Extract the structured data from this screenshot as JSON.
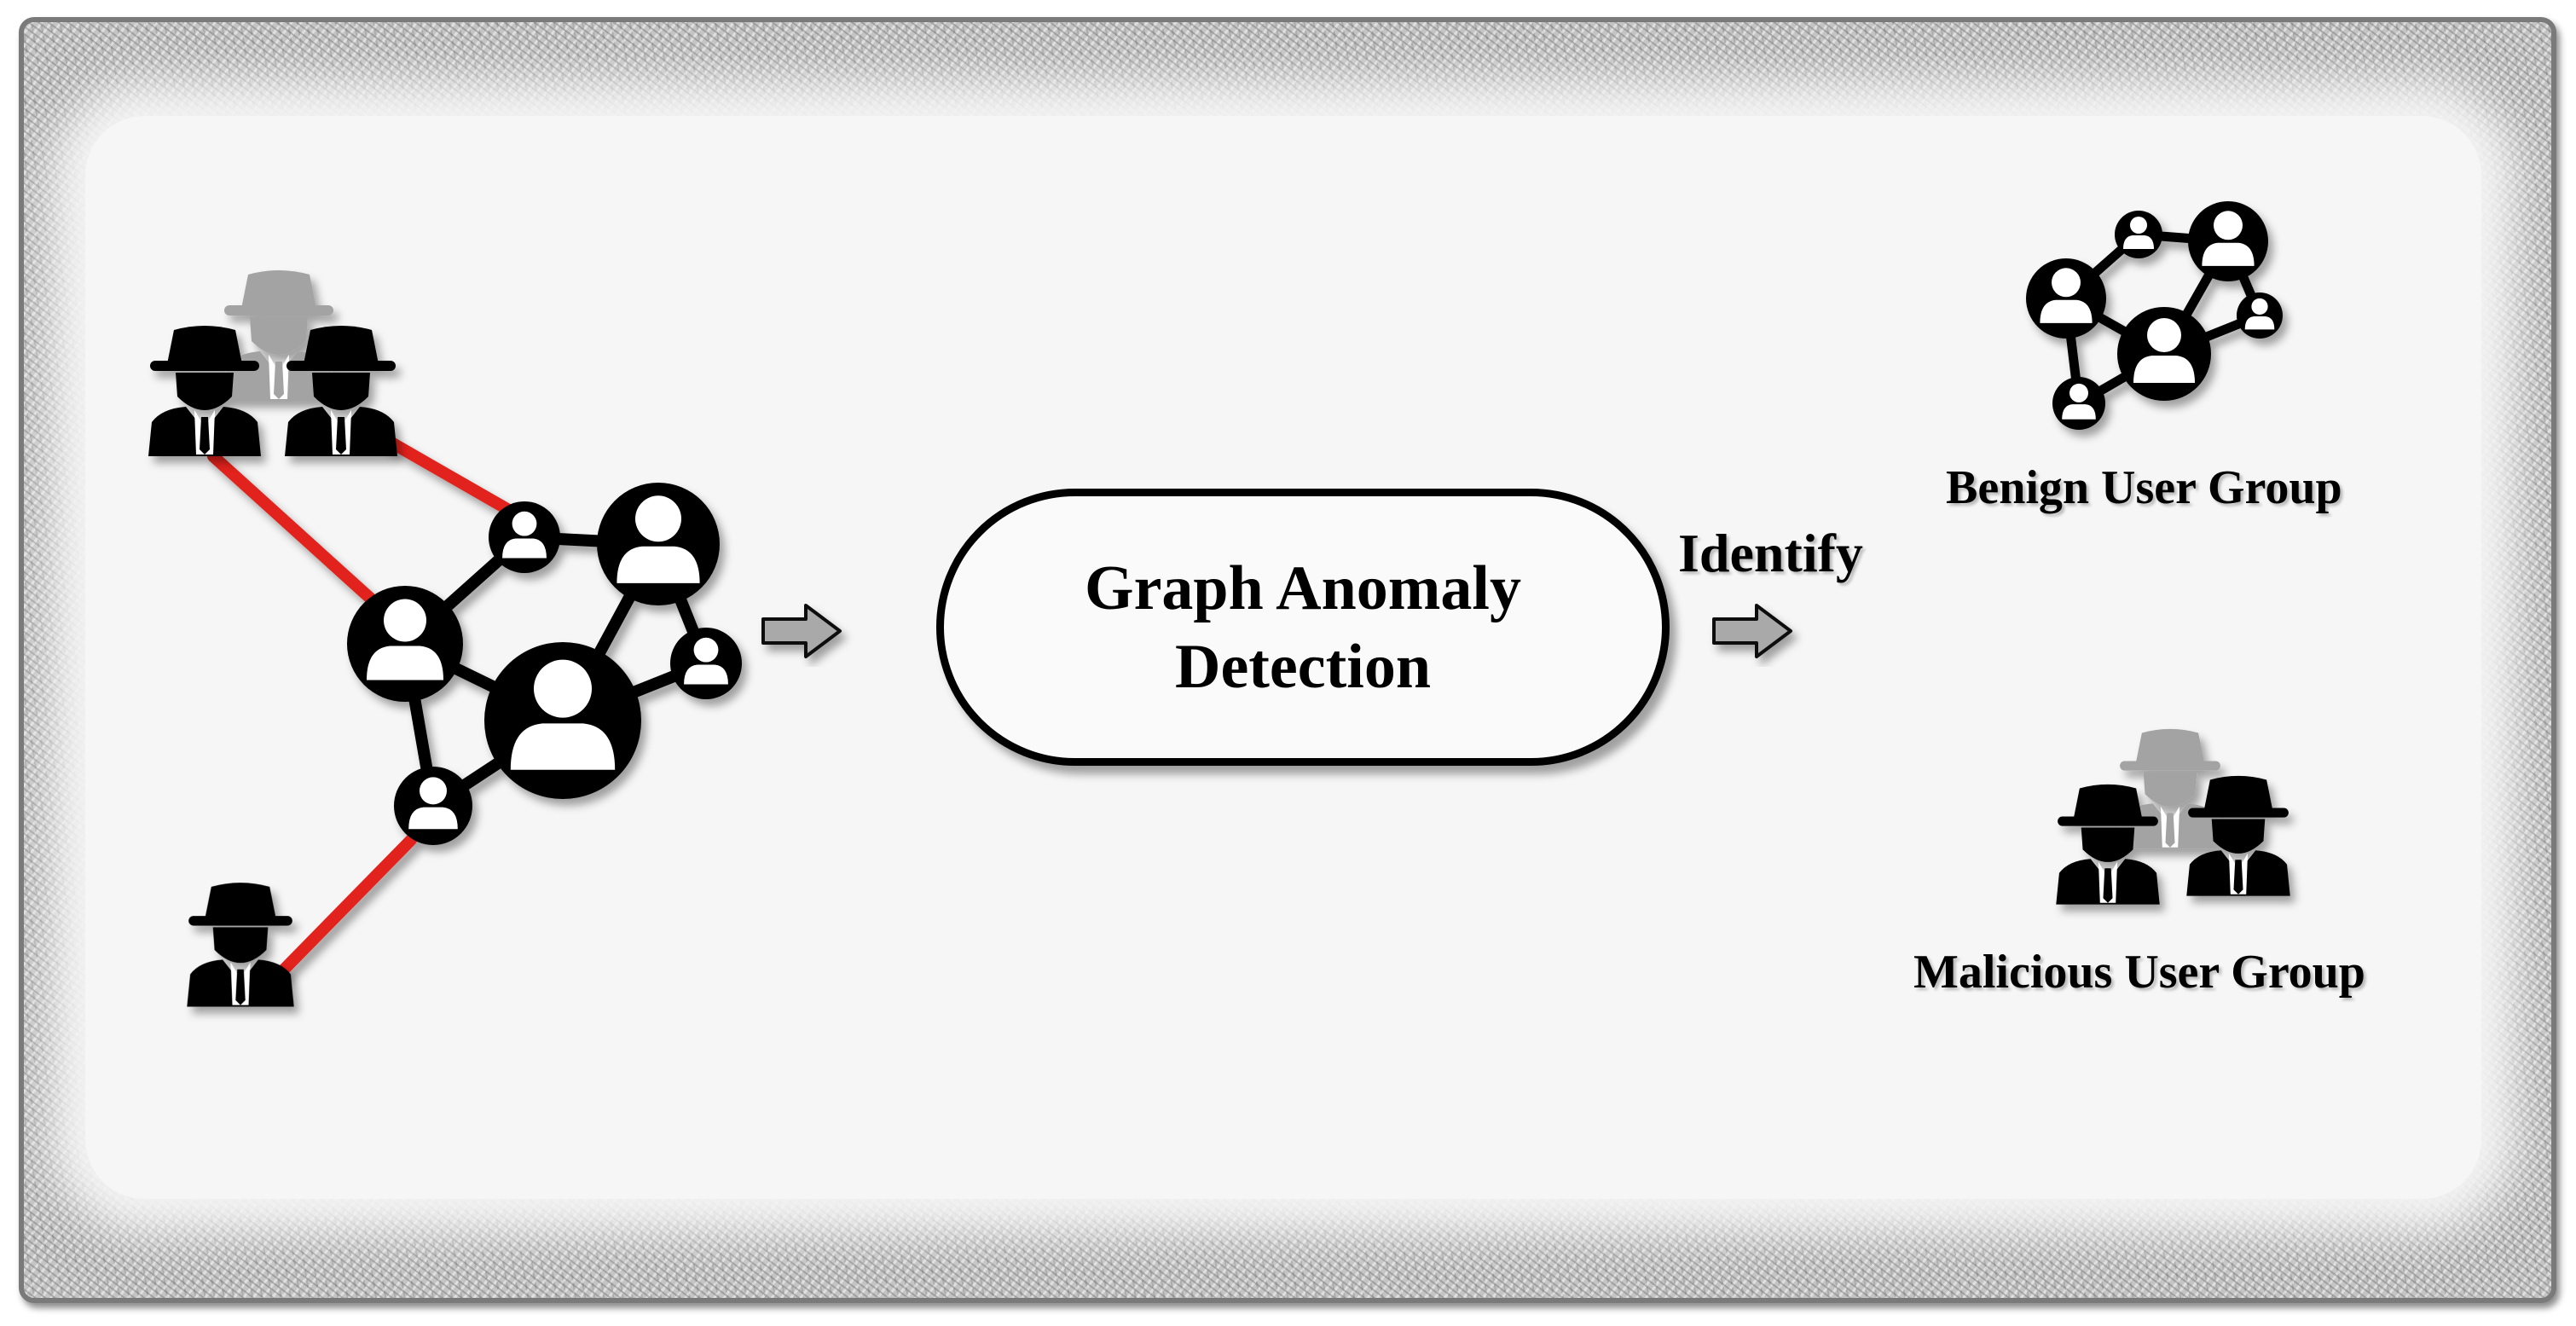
{
  "process": {
    "title_line1": "Graph Anomaly",
    "title_line2": "Detection",
    "action_label": "Identify"
  },
  "outputs": {
    "benign_label": "Benign User Group",
    "malicious_label": "Malicious User Group"
  },
  "icons": {
    "user_node": "user-node-icon",
    "spy": "spy-icon",
    "arrow": "right-arrow-icon"
  },
  "colors": {
    "suspicious_edge": "#e2231a",
    "graph": "#000000",
    "background": "#f6f6f6",
    "arrow_fill": "#a9a9a9"
  }
}
